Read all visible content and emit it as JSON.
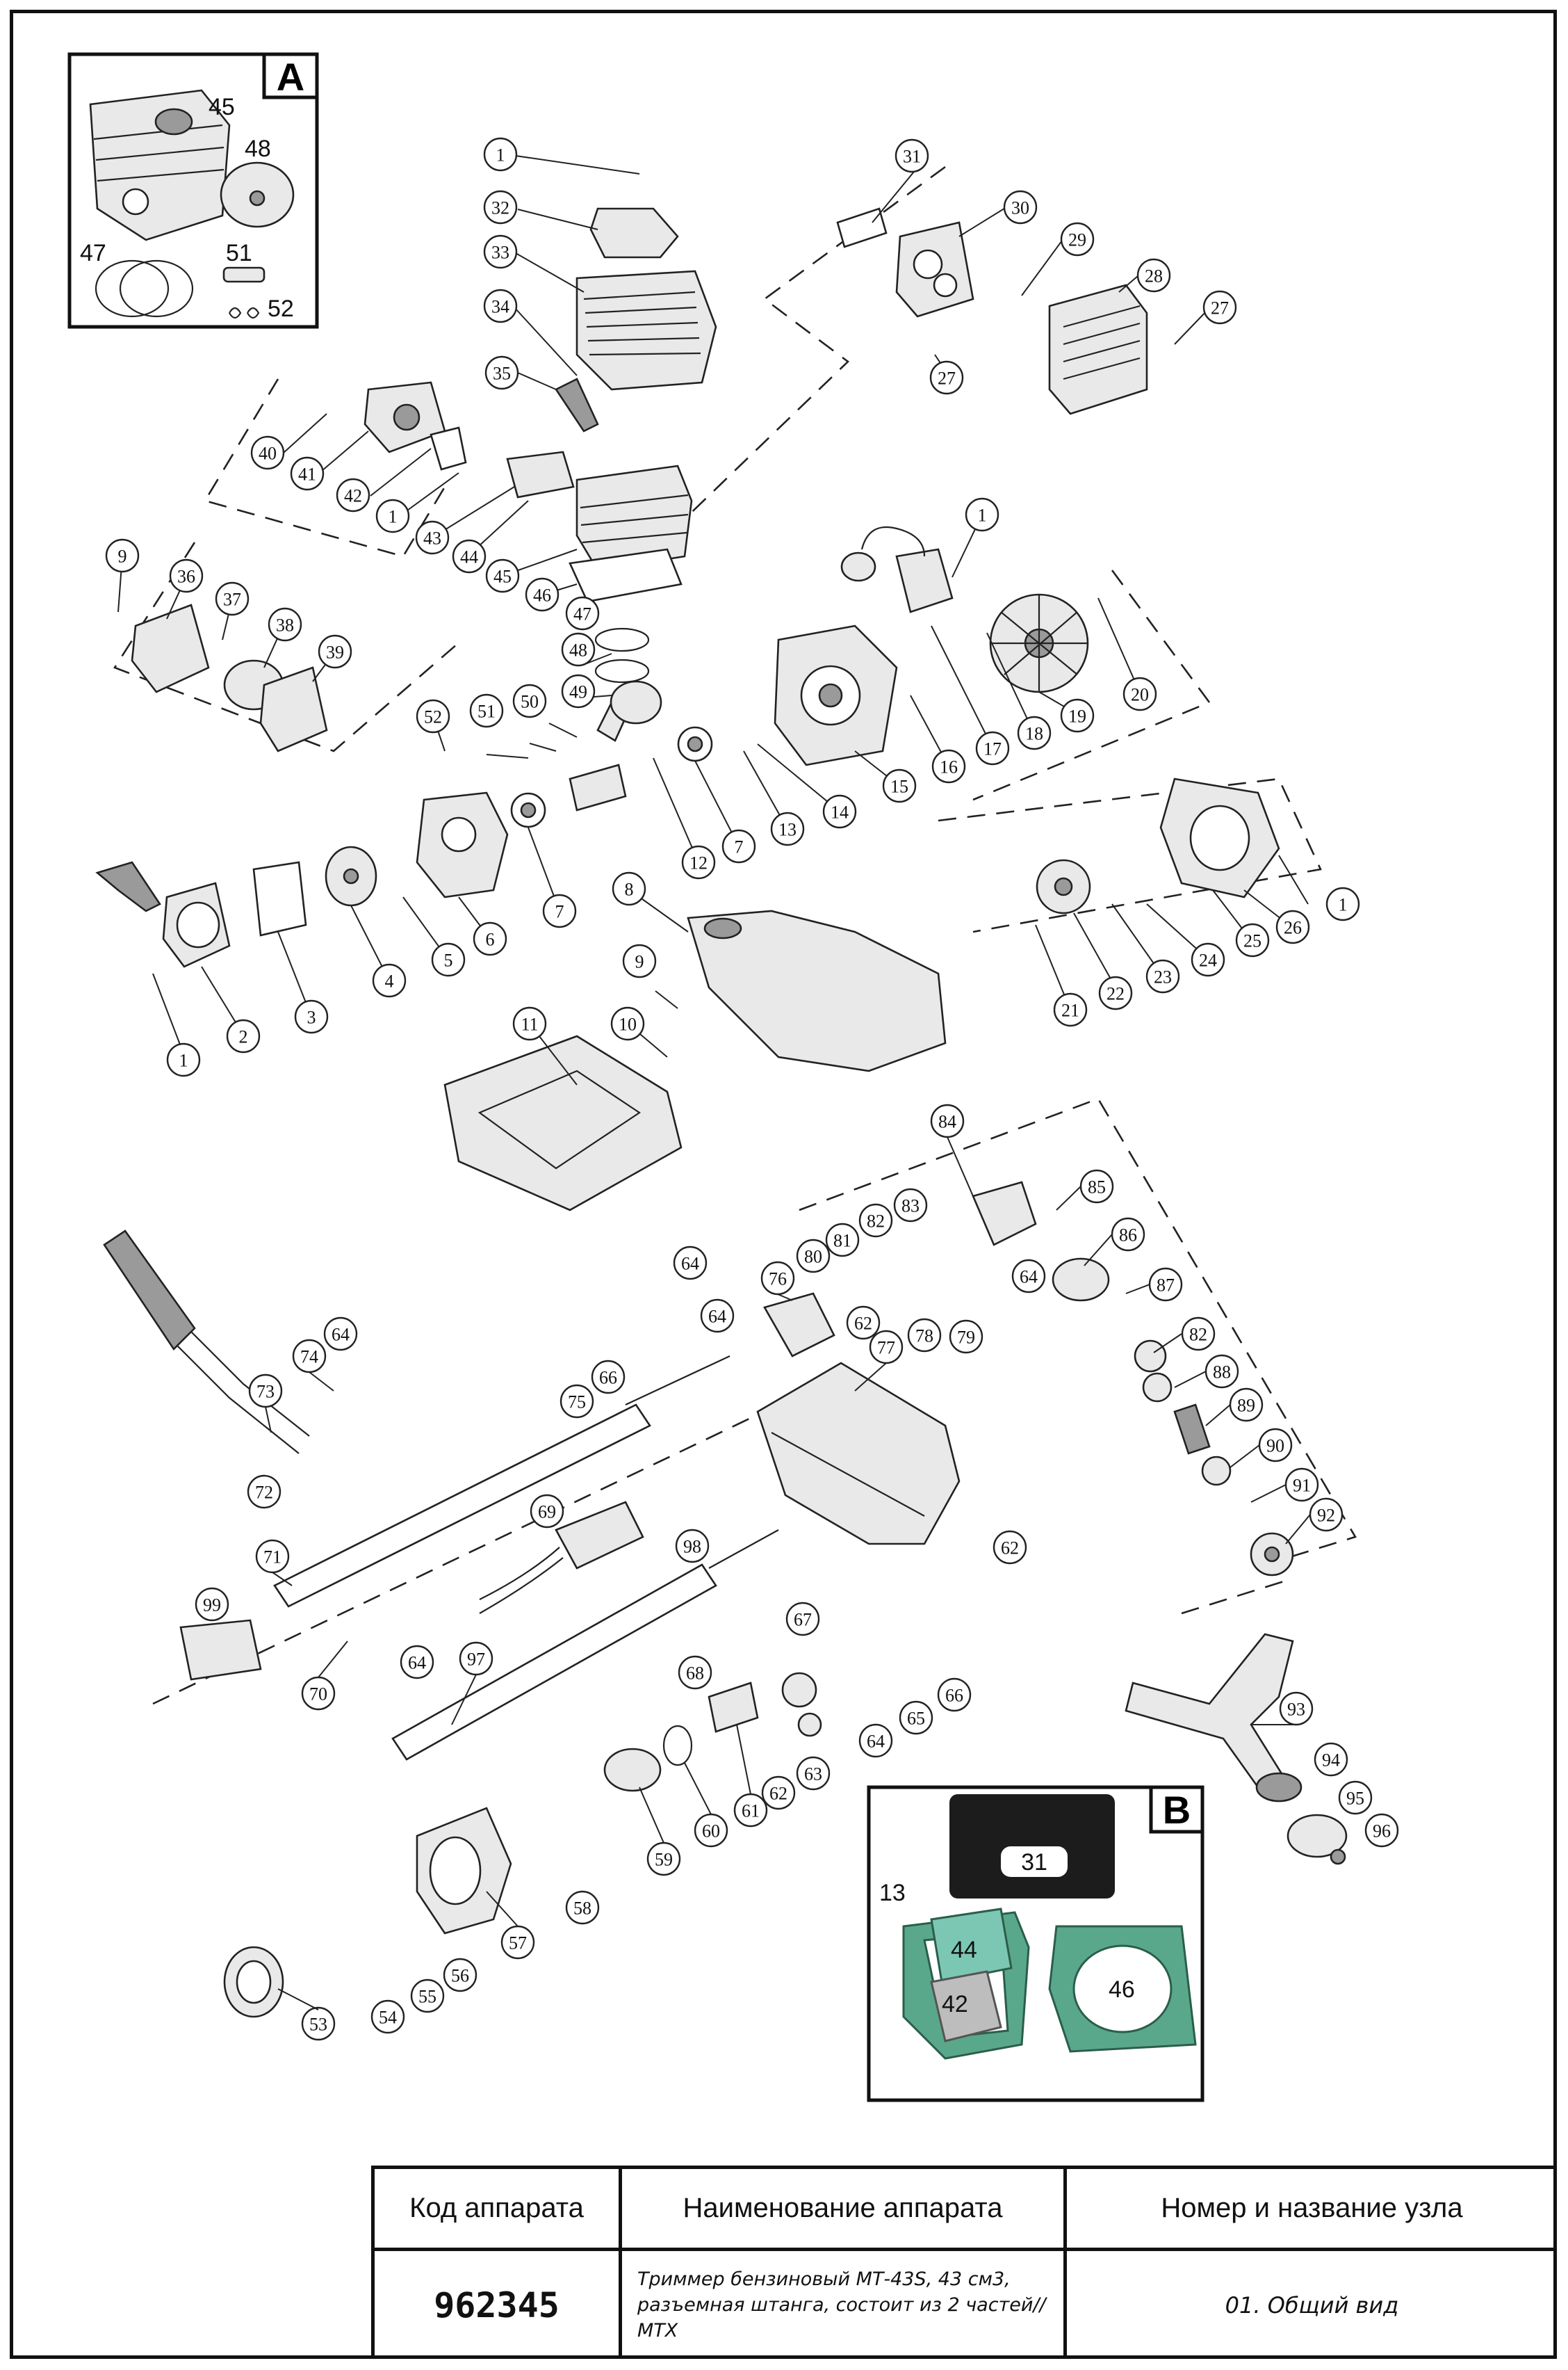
{
  "inset_a": {
    "letter": "A",
    "numbers": [
      "45",
      "48",
      "47",
      "51",
      "52"
    ]
  },
  "inset_b": {
    "letter": "B",
    "numbers": [
      "31",
      "13",
      "44",
      "42",
      "46"
    ]
  },
  "callouts": [
    "1",
    "2",
    "3",
    "4",
    "5",
    "6",
    "7",
    "8",
    "9",
    "10",
    "11",
    "12",
    "13",
    "14",
    "15",
    "16",
    "17",
    "18",
    "19",
    "20",
    "21",
    "22",
    "23",
    "24",
    "25",
    "26",
    "27",
    "28",
    "29",
    "30",
    "31",
    "32",
    "33",
    "34",
    "35",
    "36",
    "37",
    "38",
    "39",
    "40",
    "41",
    "42",
    "43",
    "44",
    "45",
    "46",
    "47",
    "48",
    "49",
    "50",
    "51",
    "52",
    "53",
    "54",
    "55",
    "56",
    "57",
    "58",
    "59",
    "60",
    "61",
    "62",
    "63",
    "64",
    "65",
    "66",
    "67",
    "68",
    "69",
    "70",
    "71",
    "72",
    "73",
    "74",
    "75",
    "76",
    "77",
    "78",
    "79",
    "80",
    "81",
    "82",
    "83",
    "84",
    "85",
    "86",
    "87",
    "88",
    "89",
    "90",
    "91",
    "92",
    "93",
    "94",
    "95",
    "96",
    "97",
    "98",
    "99"
  ],
  "title_block": {
    "col1_header": "Код аппарата",
    "col2_header": "Наименование аппарата",
    "col3_header": "Номер и название узла",
    "code": "962345",
    "name_line1": "Триммер бензиновый МТ-43S, 43 см3,",
    "name_line2": "разъемная штанга, состоит из 2 частей//",
    "name_line3": "MTX",
    "node": "01. Общий вид"
  }
}
